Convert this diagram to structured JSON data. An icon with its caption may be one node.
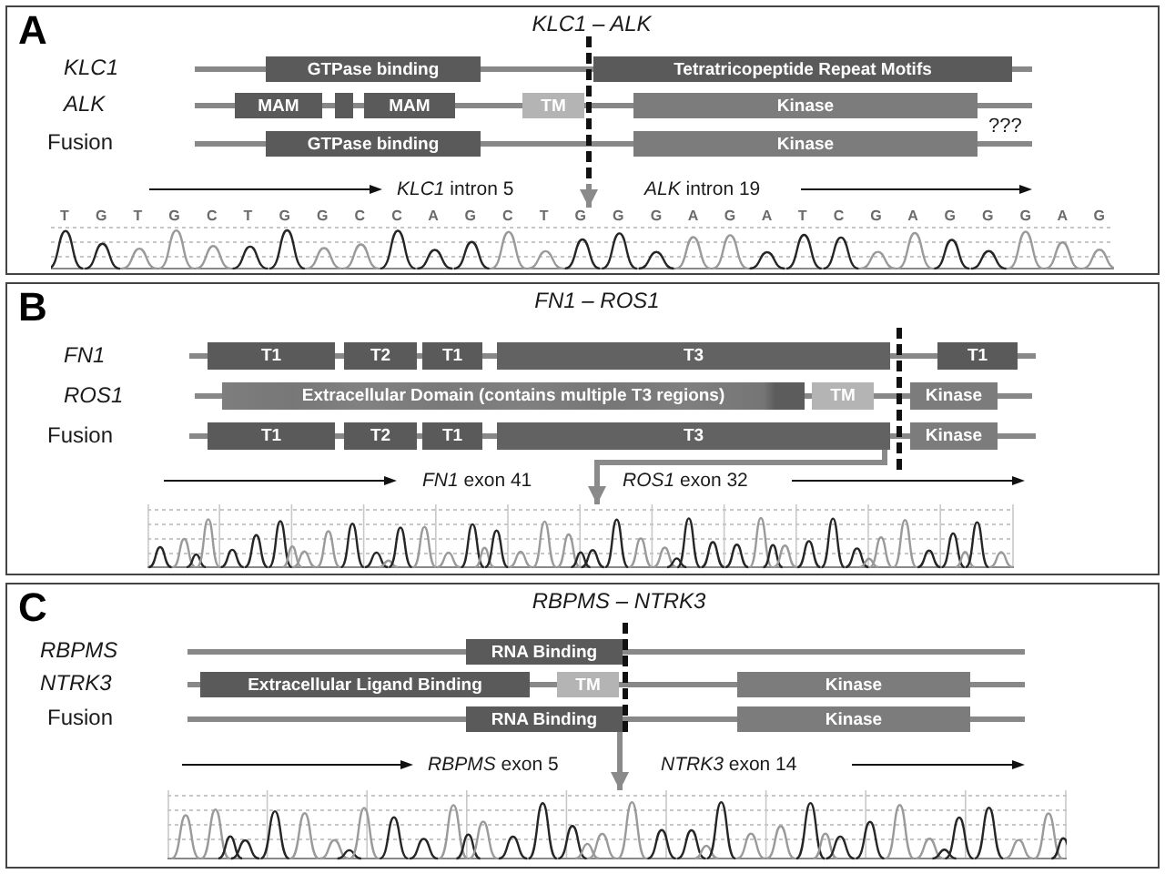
{
  "diagram": {
    "nodes": [
      {
        "text": [
          "A",
          "KLC1 – ALK"
        ]
      },
      {
        "text": [
          "GTPase binding"
        ],
        "in": 0
      },
      {
        "text": [
          "Tetratricopeptide Repeat Motifs"
        ],
        "in": 0
      },
      {
        "text": [
          "MAM"
        ],
        "in": 0
      },
      {
        "text": [],
        "shape": "box",
        "in": 0
      },
      {
        "text": [
          "MAM"
        ],
        "in": 0
      },
      {
        "text": [
          "TM"
        ],
        "in": 0
      },
      {
        "text": [
          "Kinase"
        ],
        "in": 0
      },
      {
        "text": [
          "GTPase binding"
        ],
        "in": 0
      },
      {
        "text": [
          "Kinase"
        ],
        "in": 0
      },
      {
        "text": [
          "T G T G C T G G C C A G C T G G G A G A T C G A G G G A G"
        ],
        "in": 0
      },
      {
        "text": [
          "B",
          "FN1 – ROS1"
        ]
      },
      {
        "text": [
          "T1"
        ],
        "in": 11
      },
      {
        "text": [
          "T2"
        ],
        "in": 11
      },
      {
        "text": [
          "T1"
        ],
        "in": 11
      },
      {
        "text": [
          "T3"
        ],
        "in": 11
      },
      {
        "text": [
          "T1"
        ],
        "in": 11
      },
      {
        "text": [
          "Extracellular Domain (contains multiple T3 regions)"
        ],
        "in": 11
      },
      {
        "text": [
          "TM"
        ],
        "in": 11
      },
      {
        "text": [
          "Kinase"
        ],
        "in": 11
      },
      {
        "text": [
          "T1"
        ],
        "in": 11
      },
      {
        "text": [
          "T2"
        ],
        "in": 11
      },
      {
        "text": [
          "T1"
        ],
        "in": 11
      },
      {
        "text": [
          "T3"
        ],
        "in": 11
      },
      {
        "text": [
          "Kinase"
        ],
        "in": 11
      },
      {
        "text": [],
        "shape": "picture",
        "in": 11
      },
      {
        "text": [
          "C",
          "RBPMS – NTRK3"
        ]
      },
      {
        "text": [
          "RNA Binding"
        ],
        "in": 26
      },
      {
        "text": [
          "Extracellular Ligand Binding"
        ],
        "in": 26
      },
      {
        "text": [
          "TM"
        ],
        "in": 26
      },
      {
        "text": [
          "Kinase"
        ],
        "in": 26
      },
      {
        "text": [
          "RNA Binding"
        ],
        "in": 26
      },
      {
        "text": [
          "Kinase"
        ],
        "in": 26
      },
      {
        "text": [],
        "shape": "picture",
        "in": 26
      }
    ],
    "edges": [
      {
        "from": null,
        "to": 10,
        "arrow": "to"
      },
      {
        "from": 23,
        "to": 25,
        "arrow": "to"
      },
      {
        "from": 31,
        "to": 33,
        "arrow": "to"
      }
    ],
    "labels": [
      "KLC1",
      "ALK",
      "Fusion",
      "???",
      "*KLC1* intron 5",
      "*ALK* intron 19",
      "FN1",
      "ROS1",
      "Fusion",
      "*FN1* exon 41",
      "*ROS1* exon 32",
      "RBPMS",
      "NTRK3",
      "Fusion",
      "*RBPMS* exon 5",
      "*NTRK3* exon 14"
    ]
  }
}
